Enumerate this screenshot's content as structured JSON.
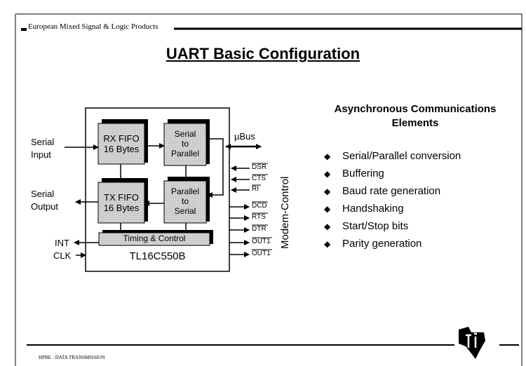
{
  "header": {
    "company": "European Mixed Signal & Logic Products"
  },
  "title": "UART Basic Configuration",
  "diagram": {
    "chip_name": "TL16C550B",
    "rx_fifo": [
      "RX FIFO",
      "16 Bytes"
    ],
    "tx_fifo": [
      "TX FIFO",
      "16 Bytes"
    ],
    "serial_to_parallel": [
      "Serial",
      "to",
      "Parallel"
    ],
    "parallel_to_serial": [
      "Parallel",
      "to",
      "Serial"
    ],
    "timing_control": "Timing & Control",
    "serial_input": [
      "Serial",
      "Input"
    ],
    "serial_output": [
      "Serial",
      "Output"
    ],
    "int_label": "INT",
    "clk_label": "CLK",
    "bus_label": "µBus",
    "modem_control_label": "Modem-Control",
    "modem_signals": [
      "DSR",
      "CTS",
      "RI",
      "DCD",
      "RTS",
      "DTR",
      "OUT1",
      "OUT1"
    ]
  },
  "elements": {
    "heading": [
      "Asynchronous Communications",
      "Elements"
    ],
    "items": [
      "Serial/Parallel  conversion",
      "Buffering",
      "Baud rate generation",
      "Handshaking",
      "Start/Stop bits",
      "Parity  generation"
    ]
  },
  "footer": {
    "text": "HPBE - DATA TRANSMISSION"
  }
}
